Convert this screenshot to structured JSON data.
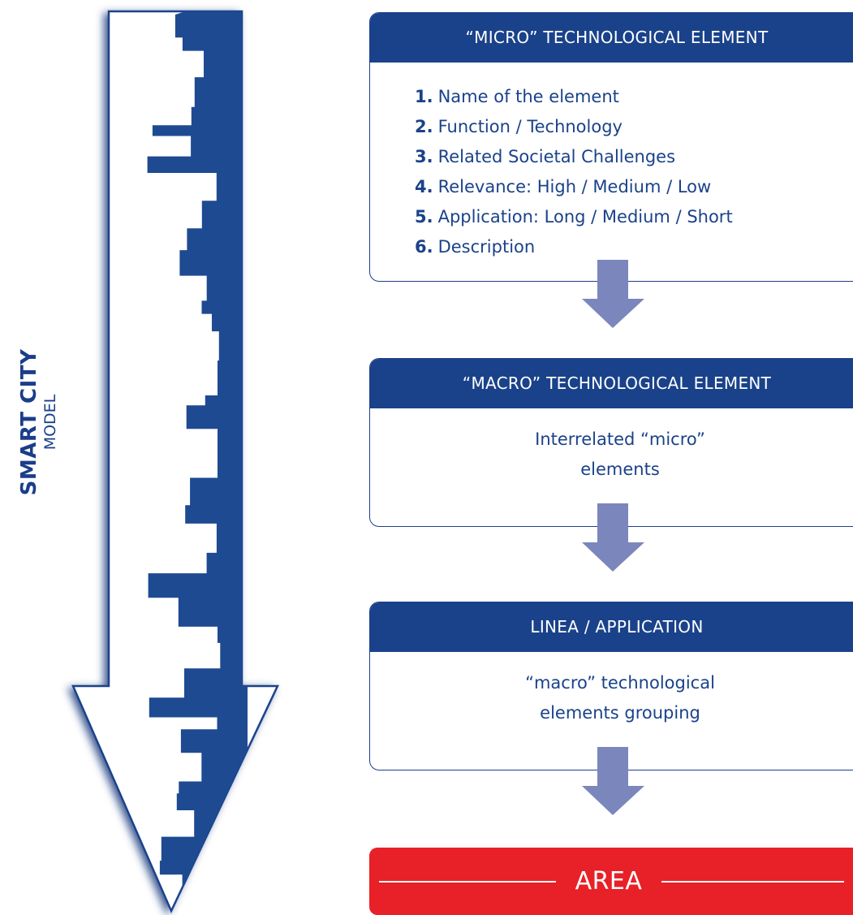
{
  "side_label": {
    "title": "SMART CITY",
    "subtitle": "MODEL"
  },
  "boxes": {
    "micro": {
      "header": "“MICRO” TECHNOLOGICAL ELEMENT",
      "items": [
        {
          "num": "1.",
          "text": "Name of the element"
        },
        {
          "num": "2.",
          "text": "Function / Technology"
        },
        {
          "num": "3.",
          "text": "Related Societal Challenges"
        },
        {
          "num": "4.",
          "text": "Relevance: High / Medium / Low"
        },
        {
          "num": "5.",
          "text": "Application: Long / Medium / Short"
        },
        {
          "num": "6.",
          "text": "Description"
        }
      ]
    },
    "macro": {
      "header": "“MACRO” TECHNOLOGICAL ELEMENT",
      "line1": "Interrelated “micro”",
      "line2": "elements"
    },
    "linea": {
      "header": "LINEA / APPLICATION",
      "line1": "“macro” technological",
      "line2": "elements grouping"
    },
    "area": {
      "label": "AREA"
    }
  },
  "colors": {
    "dark_blue": "#1a428a",
    "arrow": "#7b86bd",
    "area_red": "#e72127"
  }
}
